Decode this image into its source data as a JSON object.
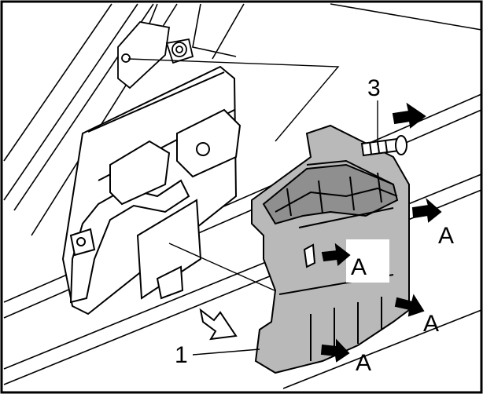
{
  "diagram": {
    "callouts": {
      "part_1": "1",
      "part_3": "3"
    },
    "clip_markers": {
      "right_upper": "A",
      "center": "A",
      "right_lower": "A",
      "bottom": "A"
    },
    "colors": {
      "line": "#000000",
      "cover_fill": "#b9b9b9",
      "cover_shadow": "#8f8f8f",
      "module_fill": "#ffffff",
      "background": "#ffffff"
    },
    "icons": [
      "border-frame",
      "arrow-icon"
    ]
  }
}
